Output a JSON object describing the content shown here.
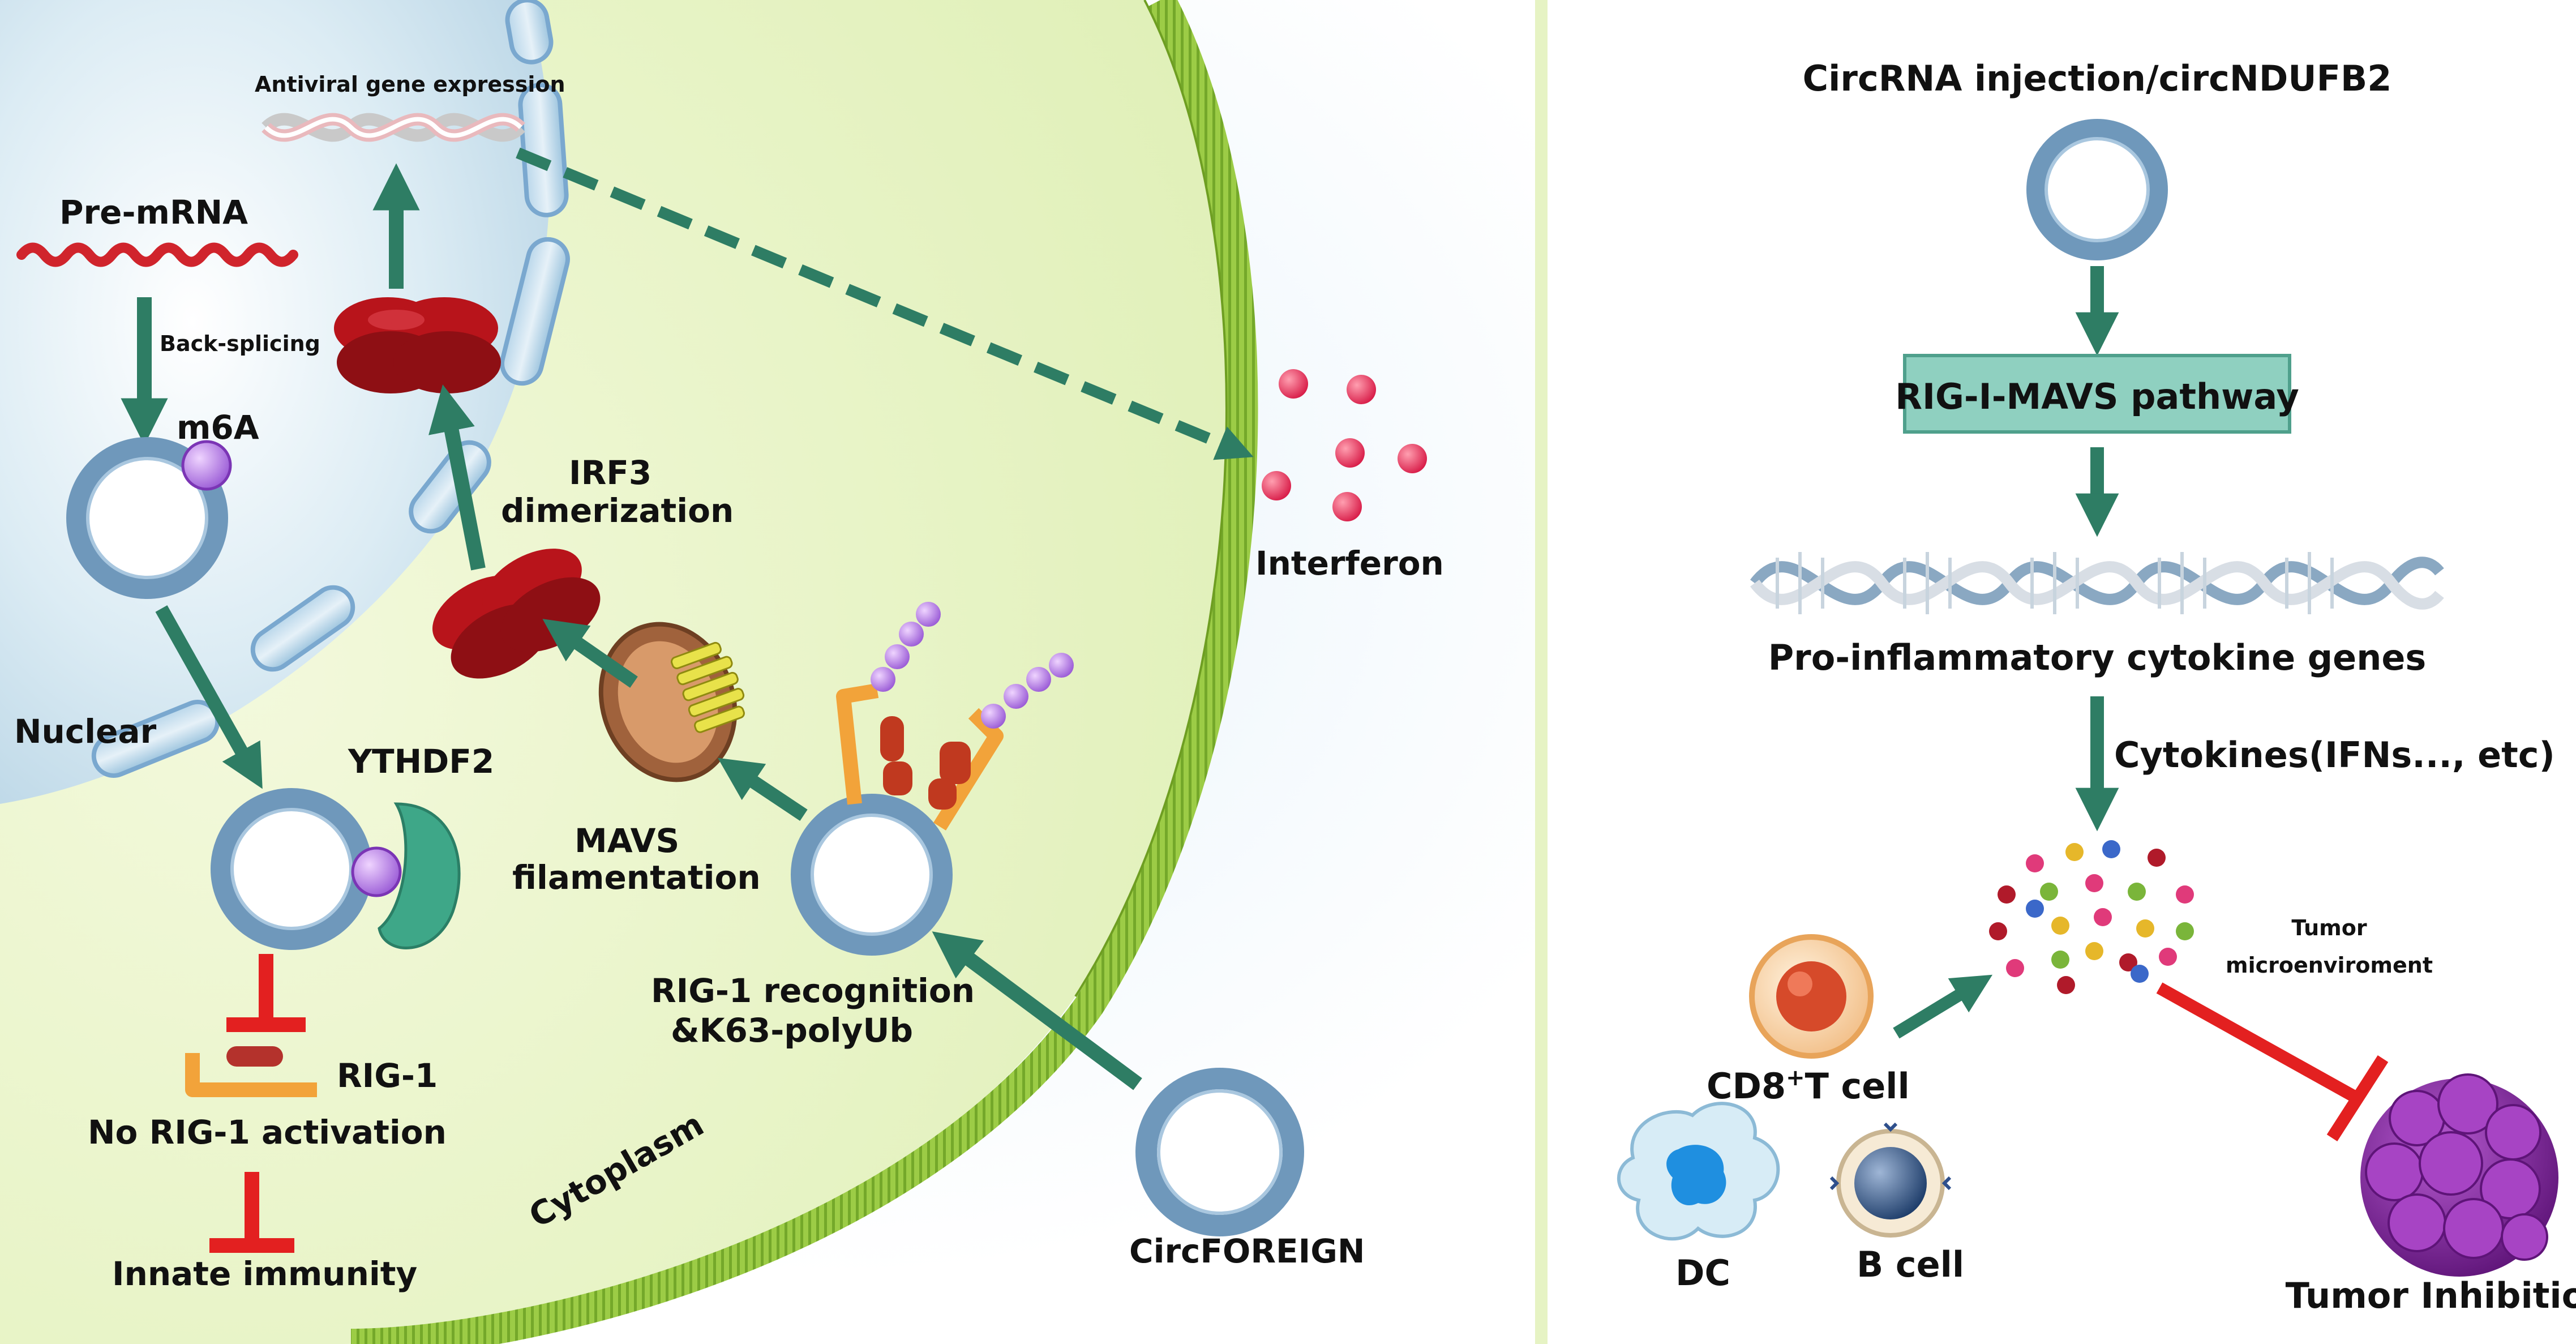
{
  "left_panel": {
    "antiviral_label": "Antiviral gene expression",
    "pre_mrna_label": "Pre-mRNA",
    "back_splicing_label": "Back-splicing",
    "m6a_label": "m6A",
    "nuclear_label": "Nuclear",
    "ythdf2_label": "YTHDF2",
    "rig1_label": "RIG-1",
    "no_rig1_label": "No RIG-1 activation",
    "innate_label": "Innate immunity",
    "cytoplasm_label": "Cytoplasm",
    "irf3_line1": "IRF3",
    "irf3_line2": "dimerization",
    "mavs_line1": "MAVS",
    "mavs_line2": "filamentation",
    "recognition_line1": "RIG-1 recognition",
    "recognition_line2": "&K63-polyUb",
    "circforeign_label": "CircFOREIGN",
    "interferon_label": "Interferon"
  },
  "right_panel": {
    "title": "CircRNA injection/circNDUFB2",
    "pathway_label": "RIG-I-MAVS pathway",
    "genes_label": "Pro-inflammatory cytokine genes",
    "cytokines_label": "Cytokines(IFNs..., etc)",
    "tumor_micro_line1": "Tumor",
    "tumor_micro_line2": "microenviroment",
    "cd8_main": "CD8",
    "cd8_sup": "+",
    "cd8_rest": "T cell",
    "dc_label": "DC",
    "bcell_label": "B cell",
    "inhibition_label": "Tumor Inhibition"
  },
  "colors": {
    "arrow_green": "#2e7d64",
    "inhibit_red": "#e32020",
    "membrane_green": "#8fbf3a",
    "cytoplasm_fill": "#e6f3c4",
    "nucleus_fill": "#d8eaf3",
    "circ_ring": "#6f98bb",
    "pathway_box": "#8fd0c0",
    "tumor_purple": "#8a2aa0",
    "irf3_red": "#b8141b"
  }
}
